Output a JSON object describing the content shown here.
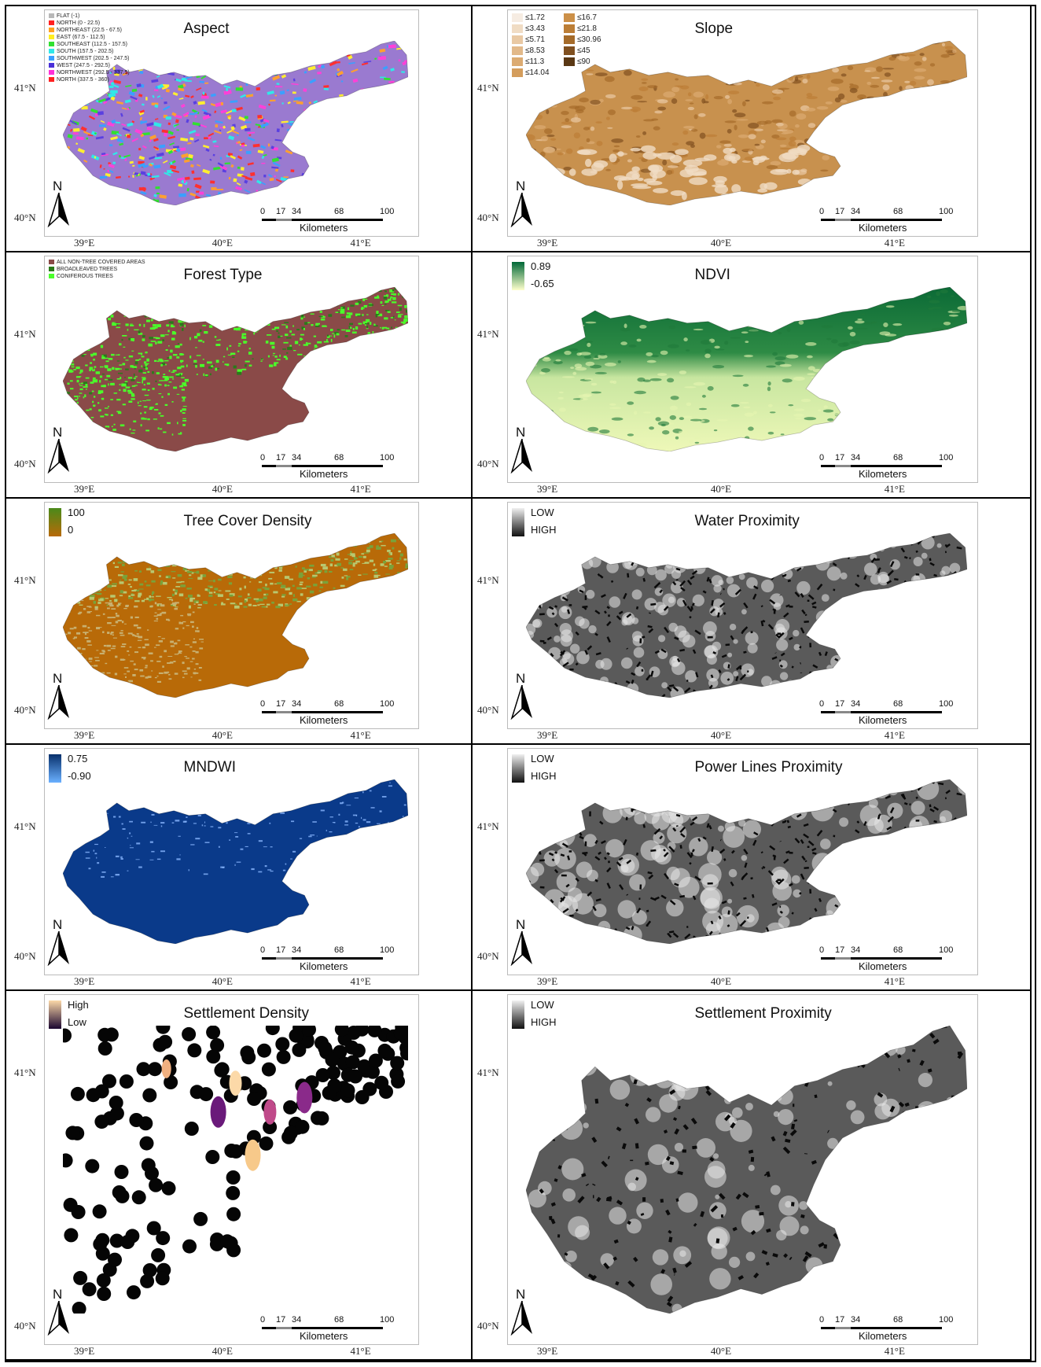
{
  "panels": [
    {
      "id": "aspect",
      "title": "Aspect",
      "legend_type": "categories",
      "legend": [
        {
          "label": "FLAT (-1)",
          "color": "#b8b8b8"
        },
        {
          "label": "NORTH (0 - 22.5)",
          "color": "#ff2020"
        },
        {
          "label": "NORTHEAST (22.5 - 67.5)",
          "color": "#ffa020"
        },
        {
          "label": "EAST (67.5 - 112.5)",
          "color": "#ffee20"
        },
        {
          "label": "SOUTHEAST (112.5 - 157.5)",
          "color": "#30e030"
        },
        {
          "label": "SOUTH (157.5 - 202.5)",
          "color": "#30e8e8"
        },
        {
          "label": "SOUTHWEST (202.5 - 247.5)",
          "color": "#3aa0ff"
        },
        {
          "label": "WEST (247.5 - 292.5)",
          "color": "#4a30d8"
        },
        {
          "label": "NORTHWEST (292.5 - 337.5)",
          "color": "#ff30d8"
        },
        {
          "label": "NORTH (337.5 - 360)",
          "color": "#ff2020"
        }
      ]
    },
    {
      "id": "slope",
      "title": "Slope",
      "legend_type": "classes",
      "legend_left": [
        {
          "label": "≤1.72",
          "color": "#f6ece2"
        },
        {
          "label": "≤3.43",
          "color": "#f0dcc4"
        },
        {
          "label": "≤5.71",
          "color": "#e9c9a4"
        },
        {
          "label": "≤8.53",
          "color": "#e2b98a"
        },
        {
          "label": "≤11.3",
          "color": "#dcab72"
        },
        {
          "label": "≤14.04",
          "color": "#d49d5c"
        }
      ],
      "legend_right": [
        {
          "label": "≤16.7",
          "color": "#cc9048"
        },
        {
          "label": "≤21.8",
          "color": "#bc7e36"
        },
        {
          "label": "≤30.96",
          "color": "#a56b2a"
        },
        {
          "label": "≤45",
          "color": "#805020"
        },
        {
          "label": "≤90",
          "color": "#5a3814"
        }
      ]
    },
    {
      "id": "forest",
      "title": "Forest Type",
      "legend_type": "categories",
      "legend": [
        {
          "label": "ALL NON-TREE COVERED AREAS",
          "color": "#8a4a48"
        },
        {
          "label": "BROADLEAVED TREES",
          "color": "#2a7a1a"
        },
        {
          "label": "CONIFEROUS TREES",
          "color": "#4aff2a"
        }
      ]
    },
    {
      "id": "ndvi",
      "title": "NDVI",
      "legend_type": "gradient",
      "max_label": "0.89",
      "min_label": "-0.65",
      "color_top": "#006837",
      "color_bottom": "#ffffcc"
    },
    {
      "id": "tcd",
      "title": "Tree Cover Density",
      "legend_type": "gradient",
      "max_label": "100",
      "min_label": "0",
      "color_top": "#4a8a1a",
      "color_bottom": "#b86a08"
    },
    {
      "id": "water",
      "title": "Water Proximity",
      "legend_type": "gradient",
      "max_label": "LOW",
      "min_label": "HIGH",
      "color_top": "#f0f0f0",
      "color_bottom": "#101010"
    },
    {
      "id": "mndwi",
      "title": "MNDWI",
      "legend_type": "gradient",
      "max_label": "0.75",
      "min_label": "-0.90",
      "color_top": "#08306b",
      "color_bottom": "#6ab0ff"
    },
    {
      "id": "power",
      "title": "Power Lines Proximity",
      "legend_type": "gradient",
      "max_label": "LOW",
      "min_label": "HIGH",
      "color_top": "#f0f0f0",
      "color_bottom": "#101010"
    },
    {
      "id": "settdens",
      "title": "Settlement Density",
      "legend_type": "gradient",
      "max_label": "High",
      "min_label": "Low",
      "color_top": "#fcd9a8",
      "color_bottom": "#1a0630"
    },
    {
      "id": "settprox",
      "title": "Settlement Proximity",
      "legend_type": "gradient",
      "max_label": "LOW",
      "min_label": "HIGH",
      "color_top": "#f0f0f0",
      "color_bottom": "#101010"
    }
  ],
  "axes": {
    "lat": [
      "41°N",
      "40°N"
    ],
    "lon": [
      "39°E",
      "40°E",
      "41°E"
    ]
  },
  "scale_bar": {
    "ticks": [
      "0",
      "17",
      "34",
      "68",
      "100"
    ],
    "unit": "Kilometers"
  },
  "north_label": "N"
}
